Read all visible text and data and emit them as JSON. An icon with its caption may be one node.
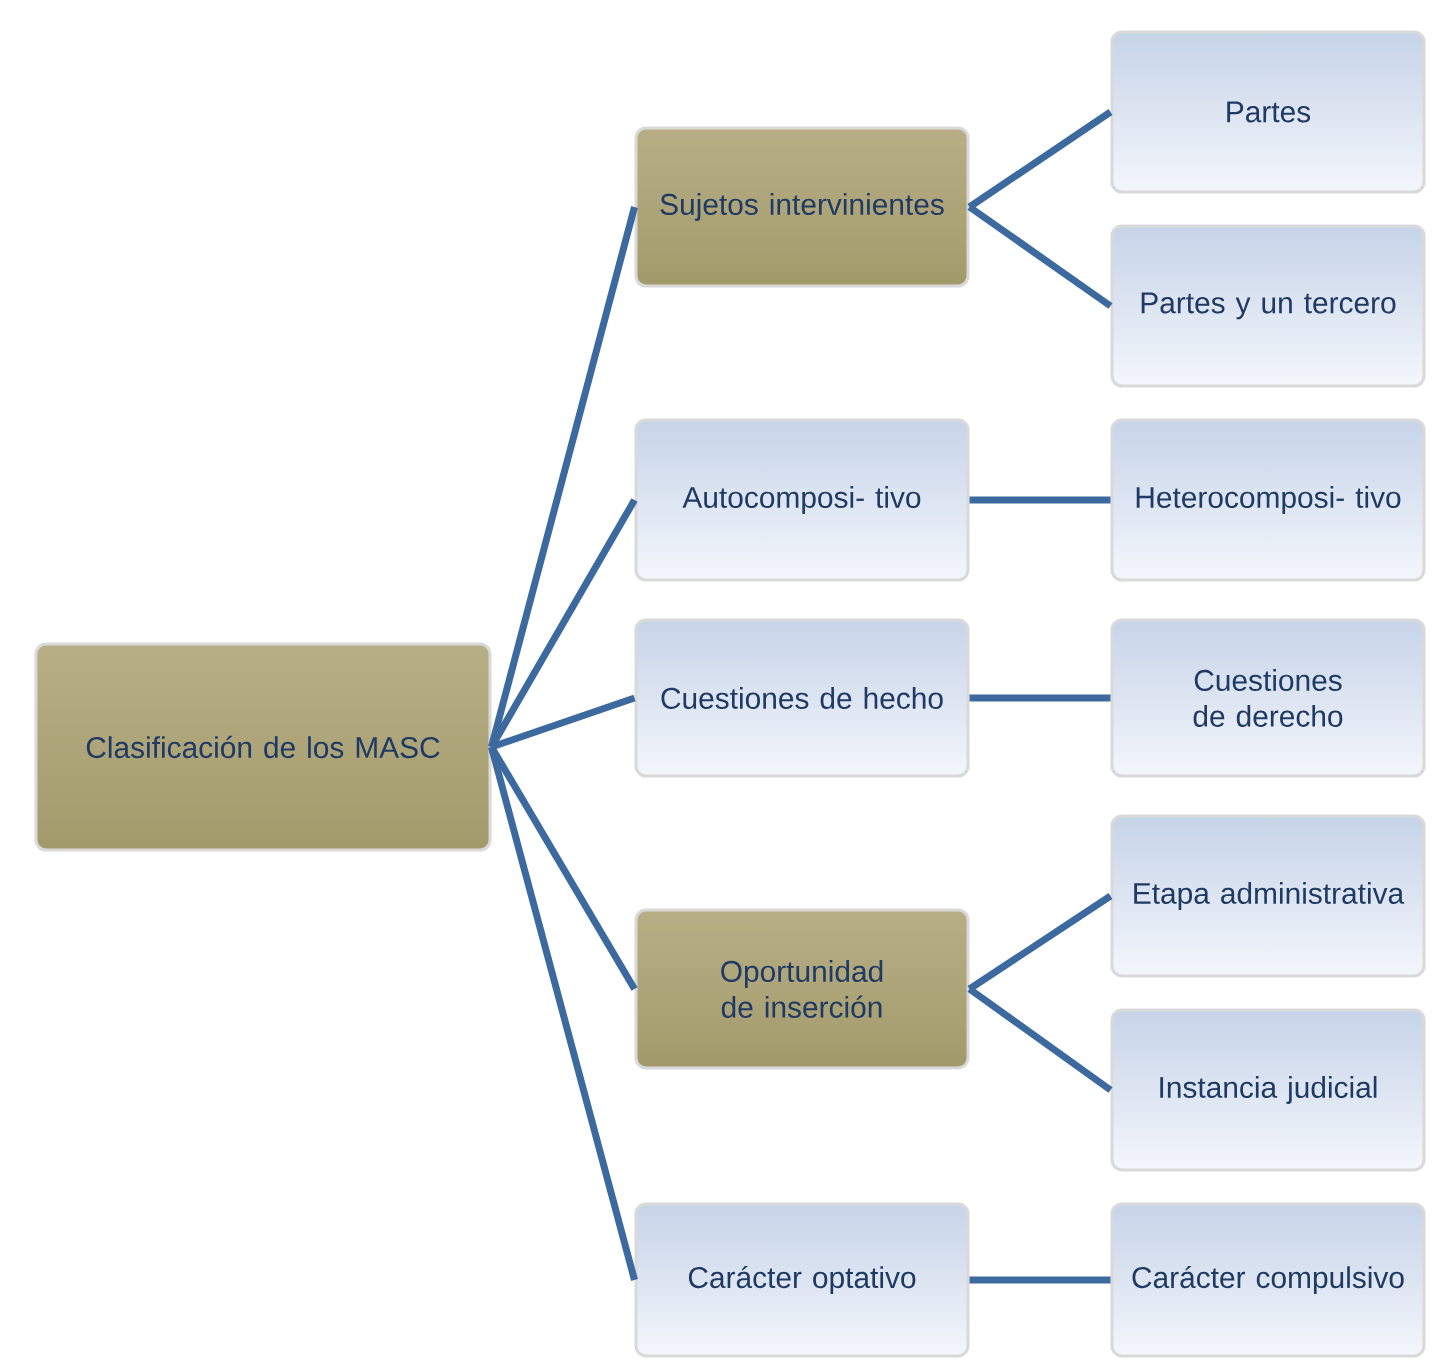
{
  "diagram": {
    "nodes": [
      {
        "text": [
          "Clasificación de los MASC"
        ]
      },
      {
        "text": [
          "Sujetos intervinientes"
        ]
      },
      {
        "text": [
          "Partes"
        ]
      },
      {
        "text": [
          "Partes y un tercero"
        ]
      },
      {
        "text": [
          "Autocomposi- tivo"
        ]
      },
      {
        "text": [
          "Heterocomposi- tivo"
        ]
      },
      {
        "text": [
          "Cuestiones de hecho"
        ]
      },
      {
        "text": [
          "Cuestiones de derecho"
        ]
      },
      {
        "text": [
          "Etapa administrativa"
        ]
      },
      {
        "text": [
          "Oportunidad de inserción"
        ]
      },
      {
        "text": [
          "Instancia judicial"
        ]
      },
      {
        "text": [
          "Carácter optativo"
        ]
      },
      {
        "text": [
          "Carácter compulsivo"
        ]
      }
    ],
    "edges": [
      {
        "from": 0,
        "to": 1,
        "arrow": "none"
      },
      {
        "from": 0,
        "to": 4,
        "arrow": "none"
      },
      {
        "from": 0,
        "to": 6,
        "arrow": "none"
      },
      {
        "from": 0,
        "to": 9,
        "arrow": "none"
      },
      {
        "from": 0,
        "to": 11,
        "arrow": "none"
      },
      {
        "from": 1,
        "to": 2,
        "arrow": "none"
      },
      {
        "from": 1,
        "to": 3,
        "arrow": "none"
      },
      {
        "from": 4,
        "to": 5,
        "arrow": "none"
      },
      {
        "from": 6,
        "to": 7,
        "arrow": "none"
      },
      {
        "from": 9,
        "to": 8,
        "arrow": "none"
      },
      {
        "from": 9,
        "to": 10,
        "arrow": "none"
      },
      {
        "from": 11,
        "to": 12,
        "arrow": "none"
      }
    ]
  }
}
